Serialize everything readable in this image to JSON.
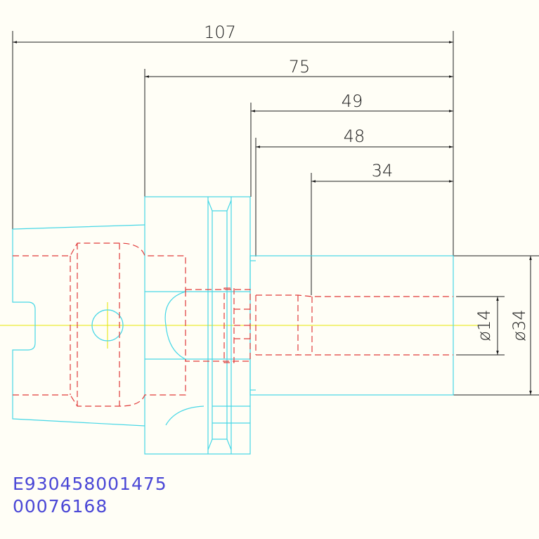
{
  "dimensions": {
    "length_107": "107",
    "length_75": "75",
    "length_49": "49",
    "length_48": "48",
    "length_34": "34",
    "dia_14": "ø14",
    "dia_34": "ø34"
  },
  "codes": {
    "line1": "E930458001475",
    "line2": "00076168"
  },
  "colors": {
    "outline": "#47d7e6",
    "hidden": "#e03b3b",
    "centerline": "#e6e600",
    "dimension": "#1e1e1e",
    "code": "#4a47d6"
  }
}
